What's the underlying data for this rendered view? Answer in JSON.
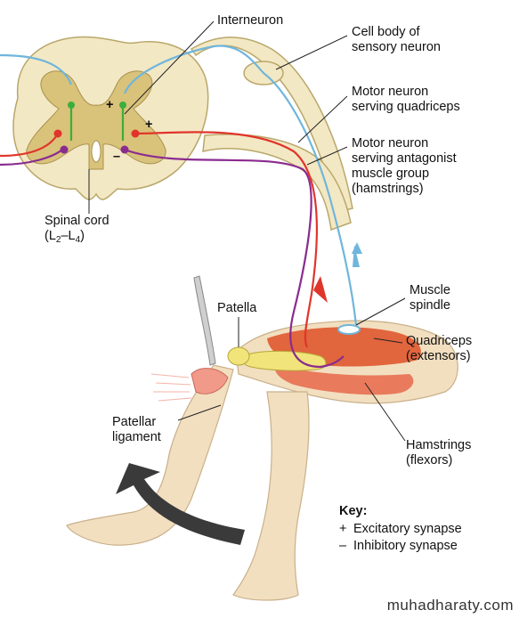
{
  "labels": {
    "interneuron": "Interneuron",
    "cell_body_1": "Cell body of",
    "cell_body_2": "sensory neuron",
    "motor_quad_1": "Motor neuron",
    "motor_quad_2": "serving quadriceps",
    "motor_ant_1": "Motor neuron",
    "motor_ant_2": "serving antagonist",
    "motor_ant_3": "muscle group",
    "motor_ant_4": "(hamstrings)",
    "spinal_cord": "Spinal cord",
    "spinal_l_open": "(L",
    "spinal_sub1": "2",
    "spinal_dash": "–L",
    "spinal_sub2": "4",
    "spinal_close": ")",
    "patella": "Patella",
    "muscle_spindle_1": "Muscle",
    "muscle_spindle_2": "spindle",
    "quadriceps_1": "Quadriceps",
    "quadriceps_2": "(extensors)",
    "patellar_lig_1": "Patellar",
    "patellar_lig_2": "ligament",
    "hamstrings_1": "Hamstrings",
    "hamstrings_2": "(flexors)"
  },
  "synapse_signs": {
    "plus": "+",
    "minus": "–"
  },
  "key": {
    "title": "Key:",
    "excitatory_sign": "+",
    "excitatory_label": "Excitatory synapse",
    "inhibitory_sign": "–",
    "inhibitory_label": "Inhibitory synapse"
  },
  "watermark": "muhadharaty.com",
  "colors": {
    "sensory": "#6fb6dc",
    "motor_quadriceps": "#e0352b",
    "motor_hamstrings": "#8a2b8f",
    "interneuron": "#3cae3c",
    "white_matter": "#f3e8c4",
    "gray_matter": "#d9c27a",
    "muscle": "#e05a32",
    "skin": "#f2dfc0",
    "arrow": "#3a3a3a"
  }
}
